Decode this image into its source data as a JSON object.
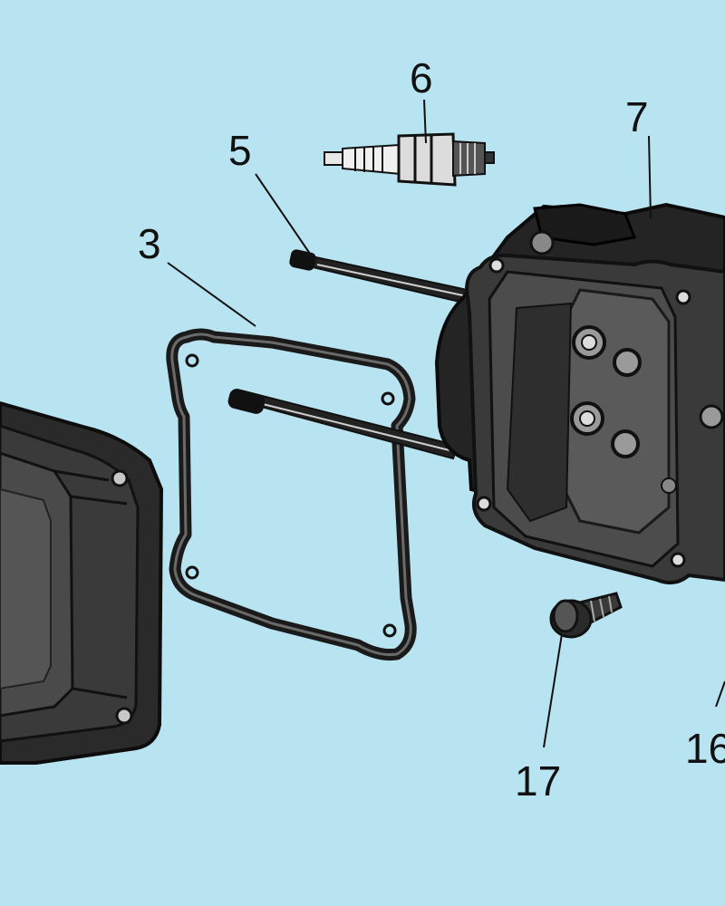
{
  "diagram": {
    "background_color": "#b8e3f1",
    "part_color": "#1c1c1c",
    "callouts": [
      {
        "id": "3",
        "text": "3"
      },
      {
        "id": "5",
        "text": "5"
      },
      {
        "id": "6",
        "text": "6"
      },
      {
        "id": "7",
        "text": "7"
      },
      {
        "id": "17",
        "text": "17"
      },
      {
        "id": "16",
        "text": "16"
      }
    ],
    "parts": [
      {
        "id": "cover",
        "icon": "cylinder-head-cover-icon"
      },
      {
        "id": "gasket",
        "icon": "cover-gasket-icon"
      },
      {
        "id": "pushrods",
        "icon": "push-rod-icon"
      },
      {
        "id": "spark-plug",
        "icon": "spark-plug-icon"
      },
      {
        "id": "cylinder-head",
        "icon": "cylinder-head-icon"
      },
      {
        "id": "flange-bolt",
        "icon": "flange-bolt-icon"
      }
    ]
  }
}
